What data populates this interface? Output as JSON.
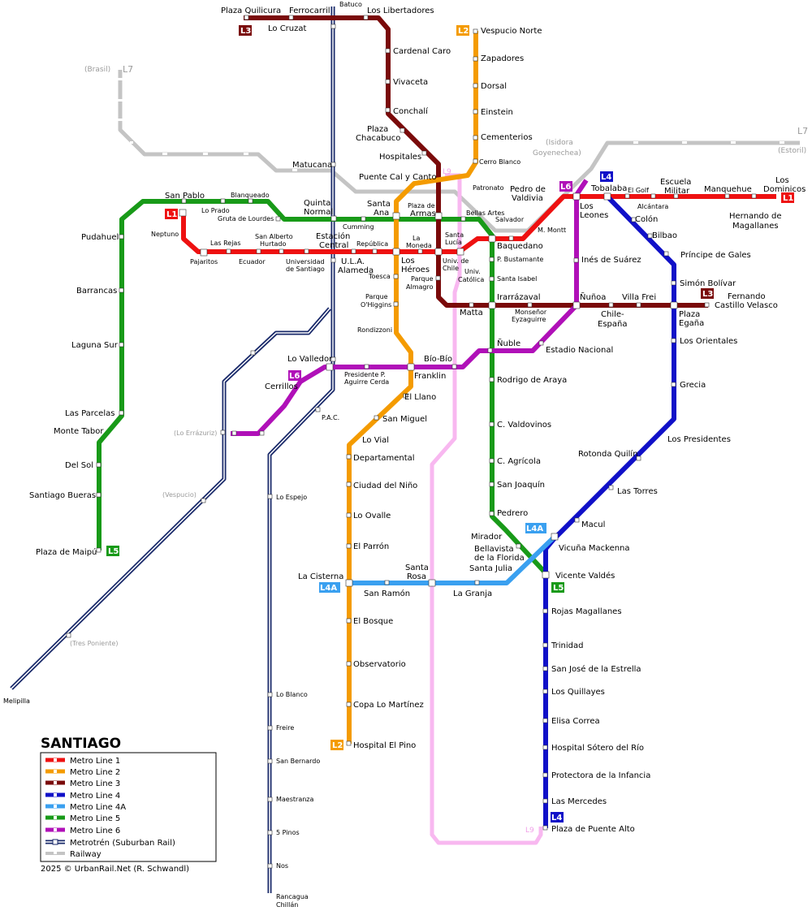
{
  "map": {
    "title": "SANTIAGO",
    "credit": "2025 © UrbanRail.Net (R. Schwandl)",
    "colors": {
      "l1": "#ee1111",
      "l2": "#f49b00",
      "l3": "#7a0a0a",
      "l4": "#1010c8",
      "l4a": "#3aa0f0",
      "l5": "#189a18",
      "l6": "#b010b8",
      "l7": "#c4c4c4",
      "l9": "#f8b8f0",
      "metrotren": "#1a2a6a",
      "railway": "#c4c4c4"
    },
    "legend": {
      "items": [
        {
          "label": "Metro Line 1",
          "color": "#ee1111"
        },
        {
          "label": "Metro Line 2",
          "color": "#f49b00"
        },
        {
          "label": "Metro Line 3",
          "color": "#7a0a0a"
        },
        {
          "label": "Metro Line 4",
          "color": "#1010c8"
        },
        {
          "label": "Metro Line 4A",
          "color": "#3aa0f0"
        },
        {
          "label": "Metro Line 5",
          "color": "#189a18"
        },
        {
          "label": "Metro Line 6",
          "color": "#b010b8"
        },
        {
          "label": "Metrotrén (Suburban Rail)",
          "color": "#1a2a6a"
        },
        {
          "label": "Railway",
          "color": "#c4c4c4"
        }
      ]
    },
    "badges": {
      "l1": "L1",
      "l2": "L2",
      "l3": "L3",
      "l4": "L4",
      "l4a": "L4A",
      "l5": "L5",
      "l6": "L6",
      "l7": "L7",
      "l9": "L9"
    },
    "stations": {
      "plaza_quilicura": "Plaza Quilicura",
      "ferrocarril": "Ferrocarril",
      "batuco": "Batuco",
      "los_libertadores": "Los Libertadores",
      "lo_cruzat": "Lo Cruzat",
      "vespucio_norte": "Vespucio Norte",
      "cardenal_caro": "Cardenal Caro",
      "zapadores": "Zapadores",
      "brasil": "(Brasil)",
      "vivaceta": "Vivaceta",
      "dorsal": "Dorsal",
      "conchali": "Conchalí",
      "einstein": "Einstein",
      "plaza_chacabuco_1": "Plaza",
      "plaza_chacabuco_2": "Chacabuco",
      "cementerios": "Cementerios",
      "isidora_1": "(Isidora",
      "isidora_2": "Goyenechea)",
      "estoril": "(Estoril)",
      "hospitales": "Hospitales",
      "cerro_blanco": "Cerro Blanco",
      "matucana": "Matucana",
      "puente_cal": "Puente Cal y Canto",
      "patronato": "Patronato",
      "pedro_valdivia_1": "Pedro de",
      "pedro_valdivia_2": "Valdivia",
      "tobalaba": "Tobalaba",
      "el_golf": "El Golf",
      "escuela_militar_1": "Escuela",
      "escuela_militar_2": "Militar",
      "alcantara": "Alcántara",
      "manquehue": "Manquehue",
      "los_dominicos_1": "Los",
      "los_dominicos_2": "Dominicos",
      "san_pablo": "San Pablo",
      "blanqueado": "Blanqueado",
      "quinta_normal_1": "Quinta",
      "quinta_normal_2": "Normal",
      "santa_ana_1": "Santa",
      "santa_ana_2": "Ana",
      "plaza_armas_1": "Plaza de",
      "plaza_armas_2": "Armas",
      "bellas_artes": "Bellas Artes",
      "salvador": "Salvador",
      "los_leones_1": "Los",
      "los_leones_2": "Leones",
      "colon": "Colón",
      "hernando_1": "Hernando de",
      "hernando_2": "Magallanes",
      "lo_prado": "Lo Prado",
      "gruta": "Gruta de Lourdes",
      "cumming": "Cumming",
      "neptuno": "Neptuno",
      "pudahuel": "Pudahuel",
      "las_rejas": "Las Rejas",
      "san_alberto_1": "San Alberto",
      "san_alberto_2": "Hurtado",
      "estacion_central_1": "Estación",
      "estacion_central_2": "Central",
      "republica": "República",
      "la_moneda_1": "La",
      "la_moneda_2": "Moneda",
      "santa_lucia_1": "Santa",
      "santa_lucia_2": "Lucía",
      "baquedano": "Baquedano",
      "m_montt": "M. Montt",
      "bilbao": "Bilbao",
      "pajaritos": "Pajaritos",
      "ecuador": "Ecuador",
      "usach_1": "Universidad",
      "usach_2": "de Santiago",
      "ula_1": "U.L.A.",
      "ula_2": "Alameda",
      "los_heroes_1": "Los",
      "los_heroes_2": "Héroes",
      "uchile_1": "Univ. de",
      "uchile_2": "Chile",
      "p_bustamante": "P. Bustamante",
      "principe_gales": "Príncipe de Gales",
      "ines_suarez": "Inés de Suárez",
      "toesca": "Toesca",
      "ucatolica_1": "Univ.",
      "ucatolica_2": "Católica",
      "santa_isabel": "Santa Isabel",
      "simon_bolivar": "Simón Bolívar",
      "barrancas": "Barrancas",
      "parque_almagro_1": "Parque",
      "parque_almagro_2": "Almagro",
      "parque_ohiggins_1": "Parque",
      "parque_ohiggins_2": "O'Higgins",
      "matta": "Matta",
      "irarrazaval": "Irarrázaval",
      "monsenor_1": "Monseñor",
      "monsenor_2": "Eyzaguirre",
      "nunoa": "Ñuñoa",
      "chile_espana_1": "Chile-",
      "chile_espana_2": "España",
      "villa_frei": "Villa Frei",
      "plaza_egana_1": "Plaza",
      "plaza_egana_2": "Egaña",
      "fernando_1": "Fernando",
      "fernando_2": "Castillo Velasco",
      "rondizzoni": "Rondizzoni",
      "los_orientales": "Los Orientales",
      "laguna_sur": "Laguna Sur",
      "nuble": "Ñuble",
      "estadio_nacional": "Estadio Nacional",
      "lo_valledor": "Lo Valledor",
      "bio_bio": "Bío-Bío",
      "presidente_1": "Presidente P.",
      "presidente_2": "Aguirre Cerda",
      "franklin": "Franklin",
      "cerrillos": "Cerrillos",
      "rodrigo_araya": "Rodrigo de Araya",
      "grecia": "Grecia",
      "el_llano": "El Llano",
      "pac": "P.A.C.",
      "las_parcelas": "Las Parcelas",
      "monte_tabor": "Monte Tabor",
      "lo_errazuriz": "(Lo Errázuriz)",
      "san_miguel": "San Miguel",
      "c_valdovinos": "C. Valdovinos",
      "lo_vial": "Lo Vial",
      "los_presidentes": "Los Presidentes",
      "del_sol": "Del Sol",
      "departamental": "Departamental",
      "rotonda_quilin": "Rotonda Quilín",
      "c_agricola": "C. Agrícola",
      "santiago_bueras": "Santiago Bueras",
      "ciudad_nino": "Ciudad del Niño",
      "san_joaquin": "San Joaquín",
      "vespucio_grey": "(Vespucio)",
      "lo_espejo": "Lo Espejo",
      "las_torres": "Las Torres",
      "lo_ovalle": "Lo Ovalle",
      "pedrero": "Pedrero",
      "macul": "Macul",
      "mirador": "Mirador",
      "vicuna_mackenna": "Vicuña Mackenna",
      "bellavista_1": "Bellavista",
      "bellavista_2": "de la Florida",
      "plaza_maipu": "Plaza de Maipú",
      "el_parron": "El Parrón",
      "la_cisterna": "La Cisterna",
      "santa_rosa_1": "Santa",
      "santa_rosa_2": "Rosa",
      "santa_julia": "Santa Julia",
      "vicente_valdes": "Vicente Valdés",
      "san_ramon": "San Ramón",
      "la_granja": "La Granja",
      "rojas_magallanes": "Rojas Magallanes",
      "el_bosque": "El Bosque",
      "tres_poniente": "(Tres Poniente)",
      "trinidad": "Trinidad",
      "observatorio": "Observatorio",
      "san_jose_estrella": "San José de la Estrella",
      "lo_blanco": "Lo Blanco",
      "los_quillayes": "Los Quillayes",
      "melipilla": "Melipilla",
      "copa_lo_martinez": "Copa Lo Martínez",
      "elisa_correa": "Elisa Correa",
      "freire": "Freire",
      "hospital_el_pino": "Hospital El Pino",
      "hospital_sotero": "Hospital Sótero del Río",
      "san_bernardo": "San Bernardo",
      "protectora": "Protectora de la Infancia",
      "maestranza": "Maestranza",
      "las_mercedes": "Las Mercedes",
      "cinco_pinos": "5 Pinos",
      "plaza_puente_alto": "Plaza de Puente Alto",
      "nos": "Nos",
      "rancagua_1": "Rancagua",
      "rancagua_2": "Chillán"
    }
  }
}
